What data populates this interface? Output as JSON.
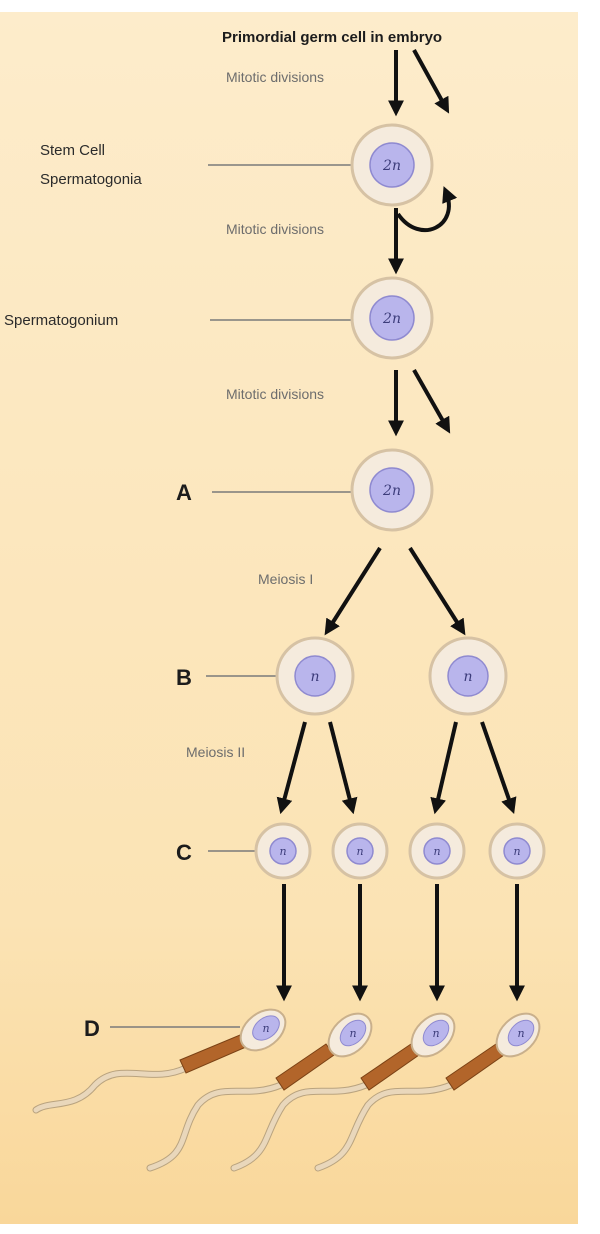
{
  "title": "Primordial germ cell in embryo",
  "steps": {
    "mitotic_1": "Mitotic divisions",
    "mitotic_2": "Mitotic divisions",
    "mitotic_3": "Mitotic divisions",
    "meiosis_1": "Meiosis I",
    "meiosis_2": "Meiosis II"
  },
  "labels": {
    "stem_cell_line1": "Stem Cell",
    "stem_cell_line2": "Spermatogonia",
    "spermatogonium": "Spermatogonium",
    "a": "A",
    "b": "B",
    "c": "C",
    "d": "D"
  },
  "ploidy": {
    "diploid": "2n",
    "haploid": "n"
  },
  "colors": {
    "background": "#fdeccb",
    "cell_membrane": "#f5ebdd",
    "nucleus": "#b9b5ec",
    "midpiece": "#b2652a",
    "arrow": "#111111"
  }
}
